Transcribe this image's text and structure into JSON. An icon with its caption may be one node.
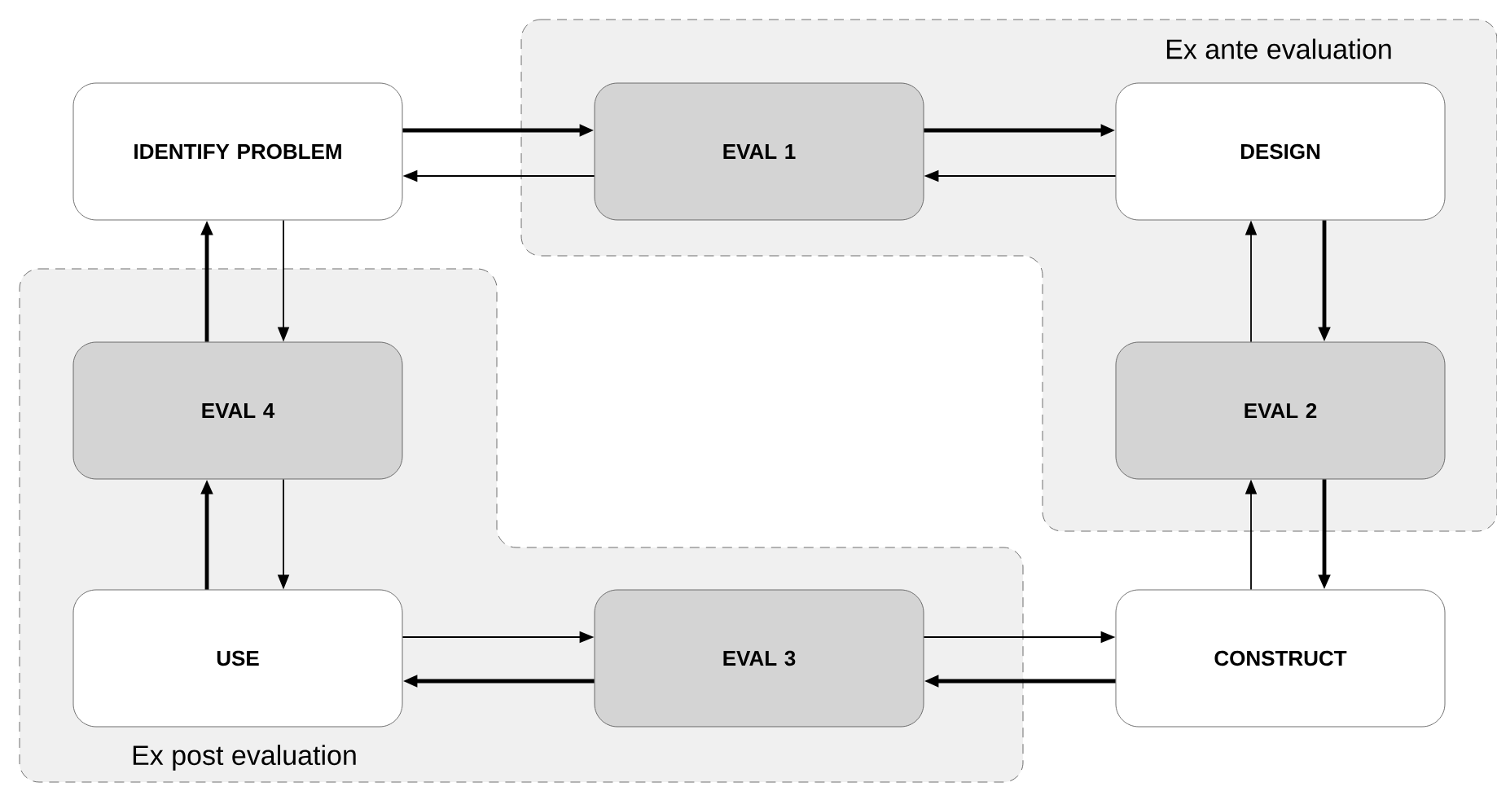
{
  "diagram": {
    "nodes": [
      {
        "text": [
          "Ex ante evaluation"
        ]
      },
      {
        "text": [
          "IDENTIFY PROBLEM"
        ]
      },
      {
        "text": [
          "EVAL 1"
        ],
        "in": 0
      },
      {
        "text": [
          "DESIGN"
        ],
        "in": 0
      },
      {
        "text": [
          "Ex post evaluation"
        ]
      },
      {
        "text": [
          "EVAL 4"
        ],
        "in": 4
      },
      {
        "text": [
          "EVAL 2"
        ],
        "in": 0
      },
      {
        "text": [
          "USE"
        ],
        "in": 4
      },
      {
        "text": [
          "EVAL 3"
        ],
        "in": 4
      },
      {
        "text": [
          "CONSTRUCT"
        ]
      }
    ],
    "edges": [
      {
        "from": 1,
        "to": 2,
        "arrow": "to",
        "style": "thick"
      },
      {
        "from": 2,
        "to": 1,
        "arrow": "to"
      },
      {
        "from": 2,
        "to": 3,
        "arrow": "to",
        "style": "thick"
      },
      {
        "from": 3,
        "to": 2,
        "arrow": "to"
      },
      {
        "from": 3,
        "to": 6,
        "arrow": "to",
        "style": "thick"
      },
      {
        "from": 6,
        "to": 3,
        "arrow": "to"
      },
      {
        "from": 6,
        "to": 9,
        "arrow": "to",
        "style": "thick"
      },
      {
        "from": 9,
        "to": 6,
        "arrow": "to"
      },
      {
        "from": 9,
        "to": 8,
        "arrow": "to",
        "style": "thick"
      },
      {
        "from": 8,
        "to": 9,
        "arrow": "to"
      },
      {
        "from": 8,
        "to": 7,
        "arrow": "to",
        "style": "thick"
      },
      {
        "from": 7,
        "to": 8,
        "arrow": "to"
      },
      {
        "from": 7,
        "to": 5,
        "arrow": "to",
        "style": "thick"
      },
      {
        "from": 5,
        "to": 7,
        "arrow": "to"
      },
      {
        "from": 5,
        "to": 1,
        "arrow": "to",
        "style": "thick"
      },
      {
        "from": 1,
        "to": 5,
        "arrow": "to"
      }
    ]
  }
}
